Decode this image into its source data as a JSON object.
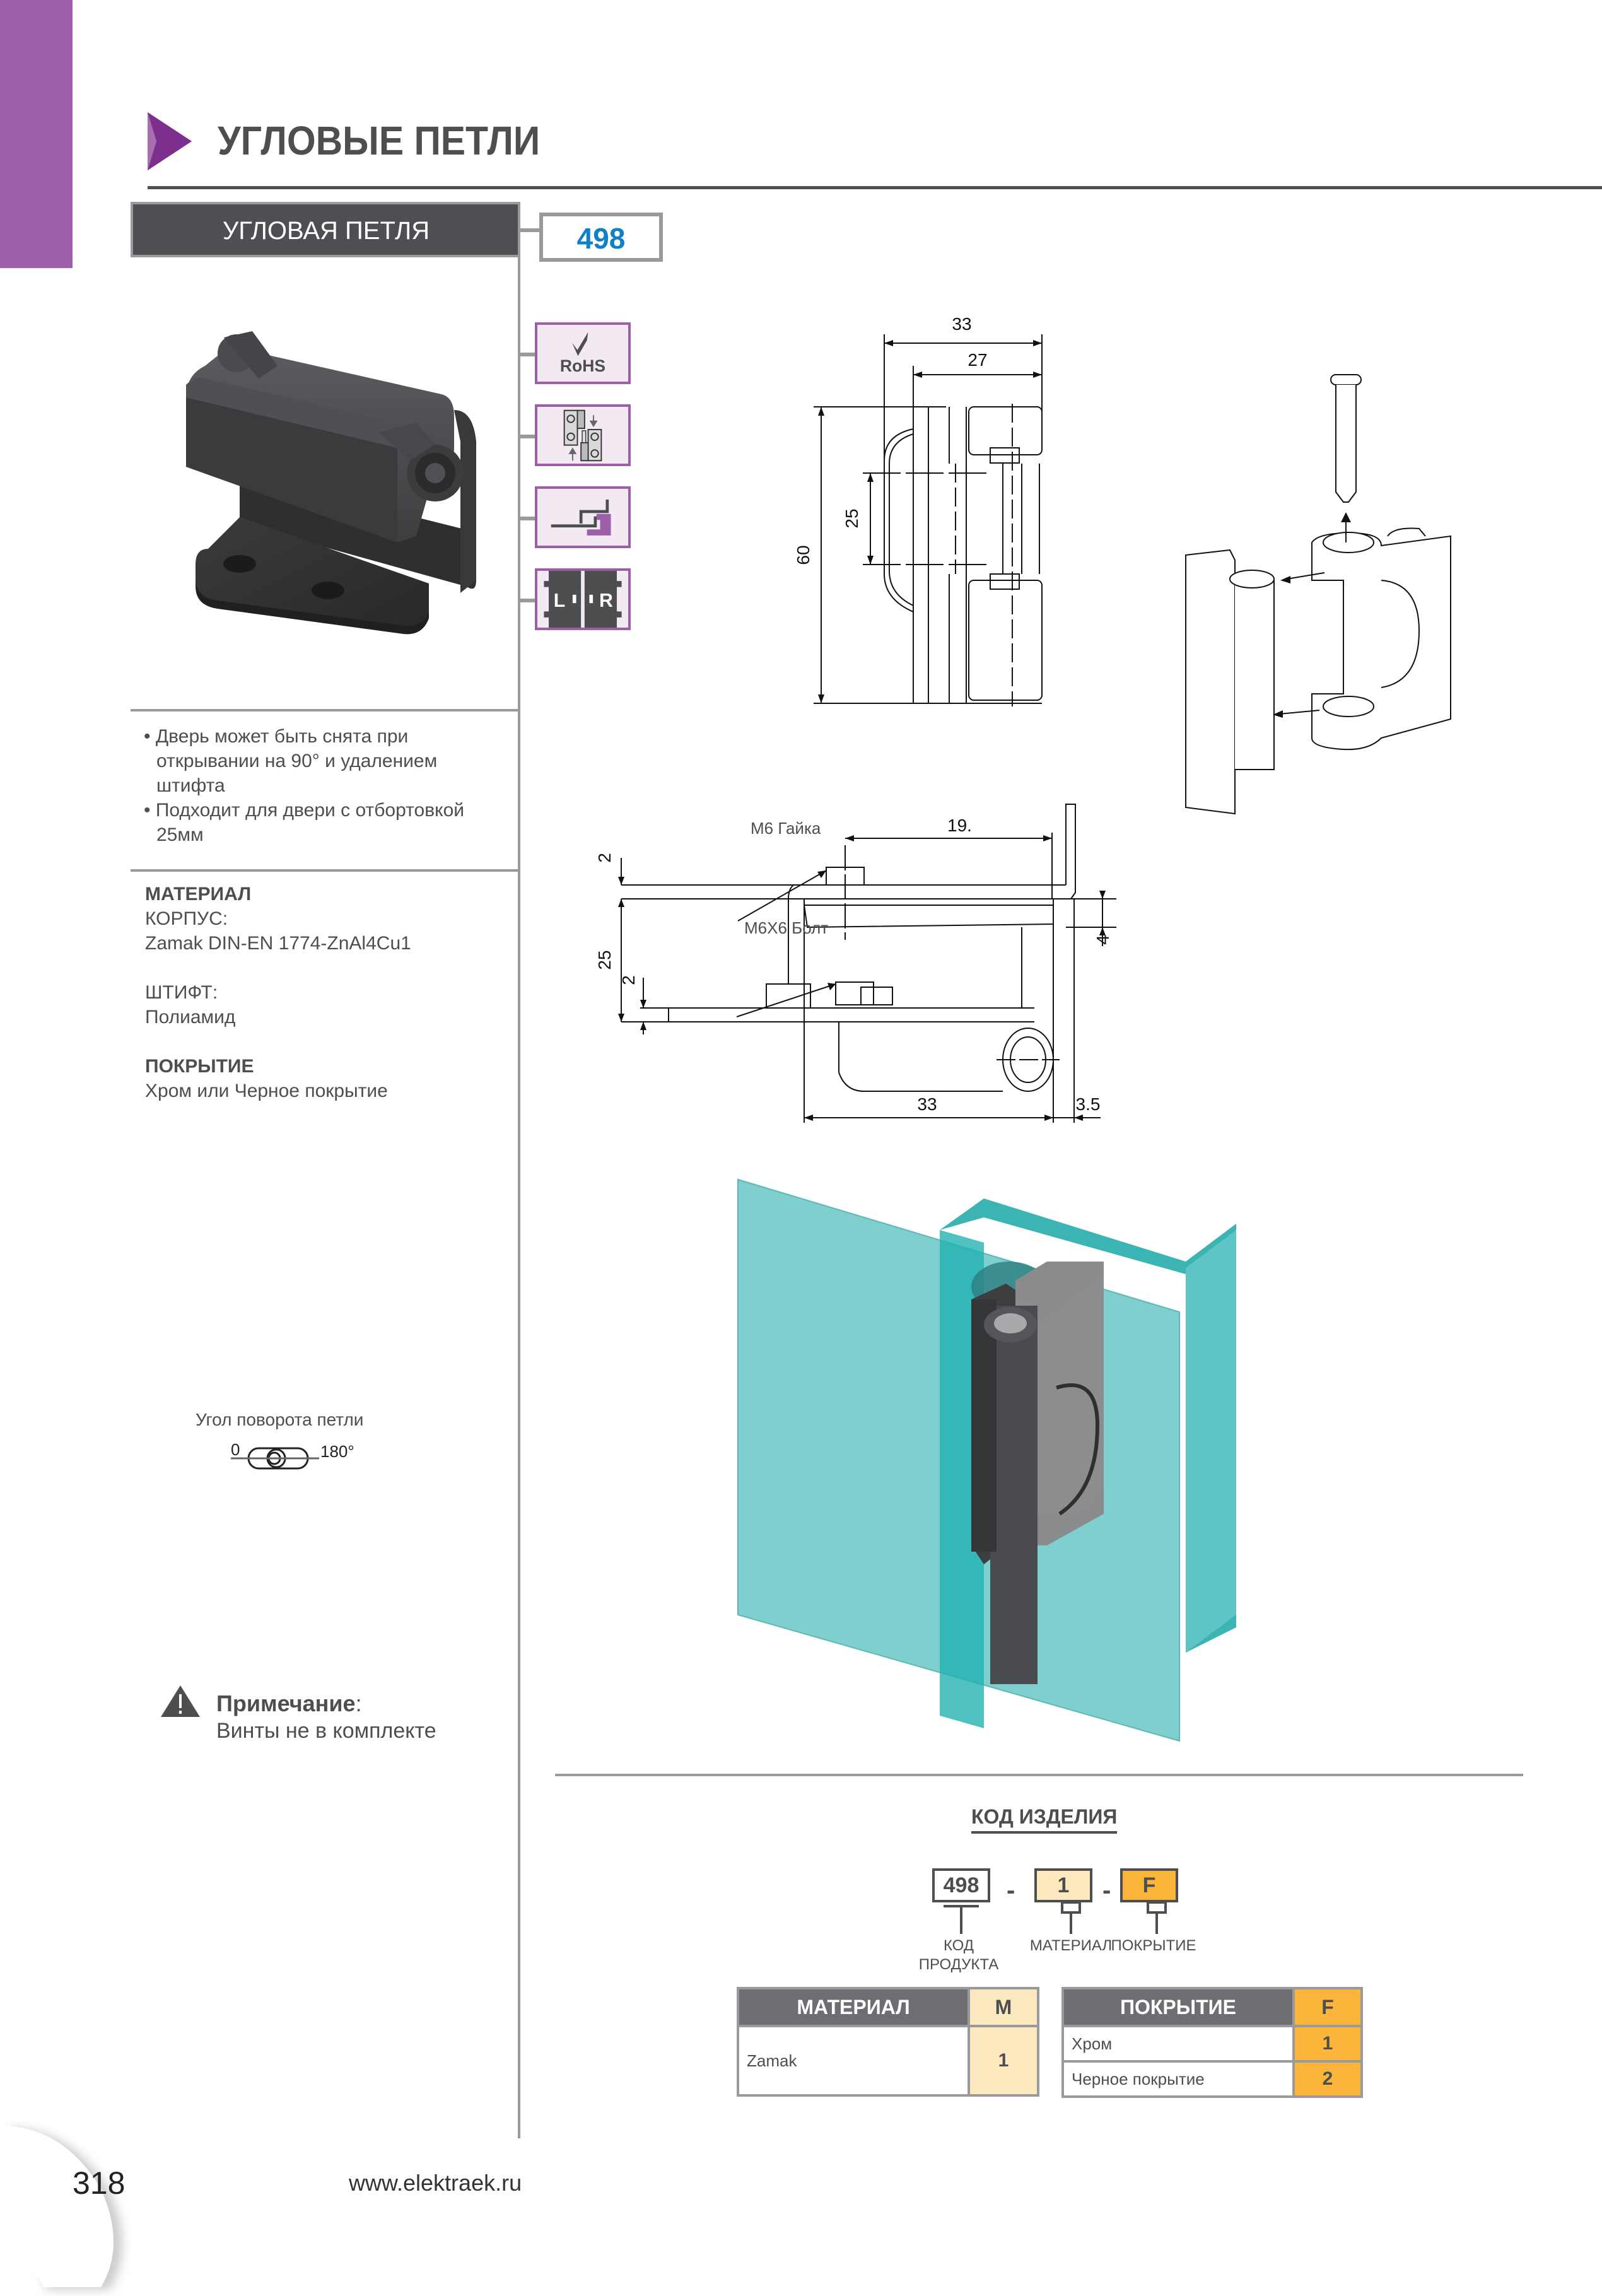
{
  "header": {
    "section_title": "УГЛОВЫЕ ПЕТЛИ",
    "product_title": "УГЛОВАЯ ПЕТЛЯ",
    "product_code": "498",
    "accent_color": "#9d5fa7",
    "code_color": "#0f7fc6"
  },
  "feature_icons": [
    {
      "icon": "rohs-icon",
      "label": "RoHS"
    },
    {
      "icon": "lift-off-hinge-icon",
      "label": ""
    },
    {
      "icon": "flange-mount-icon",
      "label": ""
    },
    {
      "icon": "left-right-icon",
      "label_left": "L",
      "label_right": "R"
    }
  ],
  "description": {
    "bullets": [
      "Дверь может быть снята при открывании на 90° и удалением штифта",
      "Подходит для двери с отбортовкой 25мм"
    ]
  },
  "materials": {
    "material_heading": "МАТЕРИАЛ",
    "body_label": "КОРПУС:",
    "body_value": "Zamak DIN-EN 1774-ZnAl4Cu1",
    "pin_label": "ШТИФТ:",
    "pin_value": "Полиамид",
    "finish_heading": "ПОКРЫТИЕ",
    "finish_value": "Хром или Черное покрытие"
  },
  "rotation": {
    "label": "Угол поворота петли",
    "min_label": "0",
    "max_label": "180°"
  },
  "note": {
    "title": "Примечание",
    "colon": ":",
    "text": "Винты не в комплекте"
  },
  "drawing_front": {
    "dims": {
      "width_total": "33",
      "width_inner": "27",
      "height_total": "60",
      "hole_spacing": "25"
    }
  },
  "drawing_side": {
    "nut_label": "M6 Гайка",
    "bolt_label": "M6X6 Болт",
    "dims": {
      "top_offset": "19.",
      "thickness_top": "2",
      "flange": "25",
      "thickness_bottom": "2",
      "gap": "4",
      "base_width": "33",
      "edge": "3.5"
    }
  },
  "product_code_section": {
    "title": "КОД ИЗДЕЛИЯ",
    "parts": [
      {
        "value": "498",
        "label": "КОД ПРОДУКТА",
        "color": "#ffffff"
      },
      {
        "value": "1",
        "label": "МАТЕРИАЛ",
        "color": "#fde9c0"
      },
      {
        "value": "F",
        "label": "ПОКРЫТИЕ",
        "color": "#fbb53a"
      }
    ],
    "separator": "-"
  },
  "material_table": {
    "headers": [
      "МАТЕРИАЛ",
      "M"
    ],
    "rows": [
      [
        "Zamak",
        "1"
      ]
    ]
  },
  "finish_table": {
    "headers": [
      "ПОКРЫТИЕ",
      "F"
    ],
    "rows": [
      [
        "Хром",
        "1"
      ],
      [
        "Черное покрытие",
        "2"
      ]
    ]
  },
  "footer": {
    "page_number": "318",
    "website": "www.elektraek.ru"
  }
}
